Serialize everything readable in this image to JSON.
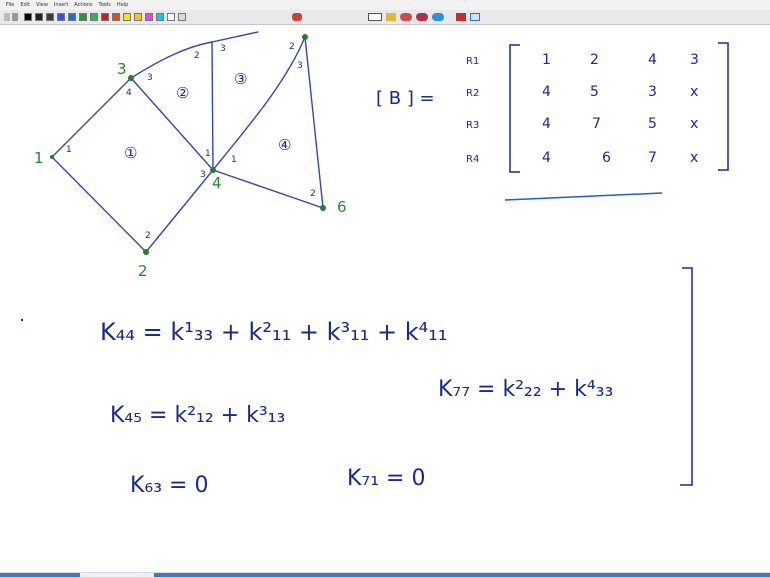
{
  "menubar": {
    "items": [
      "File",
      "Edit",
      "View",
      "Insert",
      "Actions",
      "Tools",
      "Help"
    ]
  },
  "toolbar": {
    "icons": [
      "pen-tool-icon",
      "eraser-icon",
      "undo-icon",
      "redo-icon"
    ],
    "palette": [
      "#000000",
      "#1f1f1f",
      "#3b3b3b",
      "#3554d6",
      "#1a6fe0",
      "#1f9e2f",
      "#2fb84a",
      "#c81e1e",
      "#e04a1a",
      "#f2e61a",
      "#f7c51a",
      "#e84ad8",
      "#1ac8d8",
      "#ffffff",
      "#d9d9d9"
    ]
  },
  "canvas": {
    "nodes": {
      "n1": "1",
      "n2": "2",
      "n3": "3",
      "n4": "4",
      "n6": "6"
    },
    "elements": {
      "e1": "①",
      "e2": "②",
      "e3": "③",
      "e4": "④"
    },
    "local": {
      "a1": "1",
      "a2": "2",
      "a3": "3",
      "a4": "4",
      "b1": "3",
      "b2": "2",
      "b3": "3",
      "c1": "2",
      "c2": "3",
      "c3": "1",
      "c4": "1",
      "c5": "2",
      "c6": "3",
      "c7": "2"
    },
    "matrix": {
      "lhs": "[ B ] =",
      "row_labels": [
        "R1",
        "R2",
        "R3",
        "R4"
      ],
      "rows": [
        [
          "1",
          "2",
          "4",
          "3"
        ],
        [
          "4",
          "5",
          "3",
          "x"
        ],
        [
          "4",
          "7",
          "5",
          "x"
        ],
        [
          "4",
          "6",
          "7",
          "x"
        ]
      ]
    },
    "equations": {
      "k44": "K₄₄ = k¹₃₃ + k²₁₁ + k³₁₁ + k⁴₁₁",
      "k45": "K₄₅ = k²₁₂ + k³₁₃",
      "k77": "K₇₇ = k²₂₂ + k⁴₃₃",
      "k63": "K₆₃ = 0",
      "k71": "K₇₁ = 0"
    }
  },
  "colors": {
    "ink": "#1b2a8c",
    "node_ink": "#1f8a2c",
    "node_dot": "#2a7a2a"
  }
}
